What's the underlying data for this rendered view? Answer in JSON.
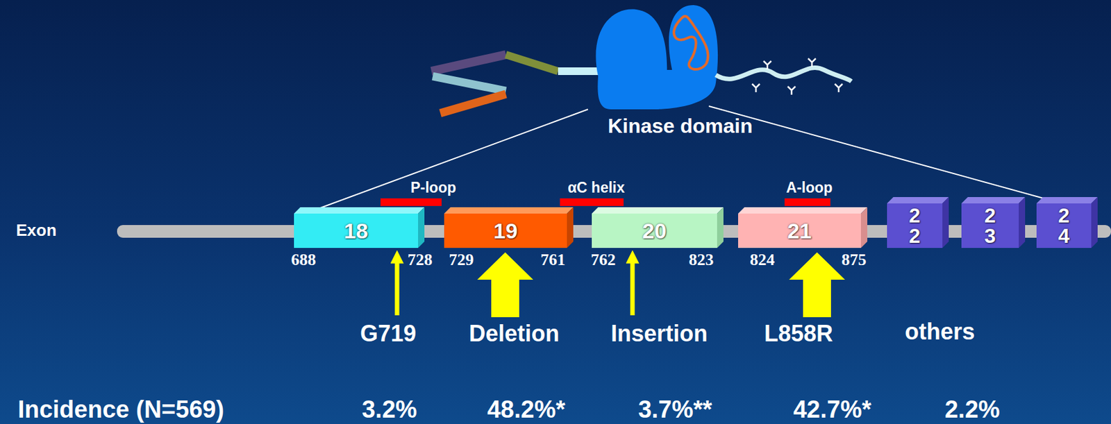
{
  "diagram": {
    "nodes": [
      {
        "text": [
          "18"
        ]
      },
      {
        "text": [
          "19"
        ]
      },
      {
        "text": [
          "20"
        ]
      },
      {
        "text": [
          "21"
        ]
      },
      {
        "text": [
          "22"
        ]
      },
      {
        "text": [
          "23"
        ]
      },
      {
        "text": [
          "24"
        ]
      }
    ],
    "labels": [
      "Kinase domain",
      "Exon",
      "P-loop",
      "αC helix",
      "A-loop",
      "688",
      "728",
      "729",
      "761",
      "762",
      "823",
      "824",
      "875",
      "G719",
      "Deletion",
      "Insertion",
      "L858R",
      "others",
      "Incidence (N=569)",
      "3.2%",
      "48.2%*",
      "3.7%**",
      "42.7%*",
      "2.2%"
    ]
  }
}
